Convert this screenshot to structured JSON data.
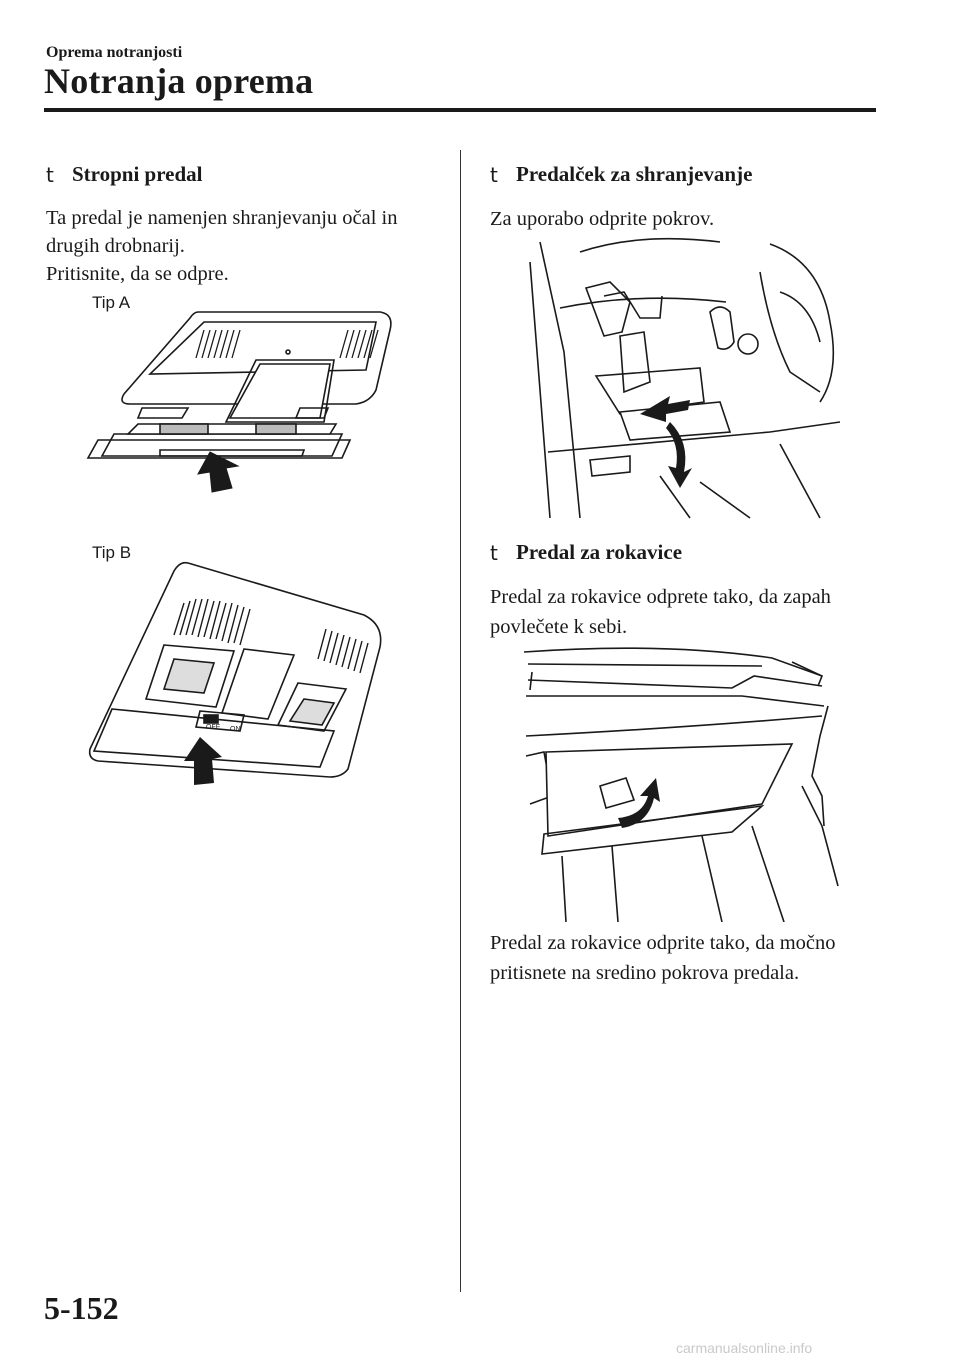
{
  "header": {
    "section": "Oprema notranjosti",
    "title": "Notranja oprema"
  },
  "left": {
    "heading": "Stropni predal",
    "bullet": "t",
    "paragraph_lines": [
      "Ta predal je namenjen shranjevanju očal in",
      "drugih drobnarij.",
      "Pritisnite, da se odpre."
    ],
    "tip_a": "Tip A",
    "tip_b": "Tip B",
    "switch_off": "OFF",
    "switch_on": "ON"
  },
  "right": {
    "section1": {
      "bullet": "t",
      "heading": "Predalček za shranjevanje",
      "text": "Za uporabo odprite pokrov."
    },
    "section2": {
      "bullet": "t",
      "heading": "Predal za rokavice",
      "lines": [
        "Predal za rokavice odprete tako, da zapah",
        "povlečete k sebi."
      ],
      "lines2": [
        "Predal za rokavice odprite tako, da močno",
        "pritisnete na sredino pokrova predala."
      ]
    }
  },
  "footer": {
    "page_number": "5-152",
    "watermark": "carmanualsonline.info"
  }
}
